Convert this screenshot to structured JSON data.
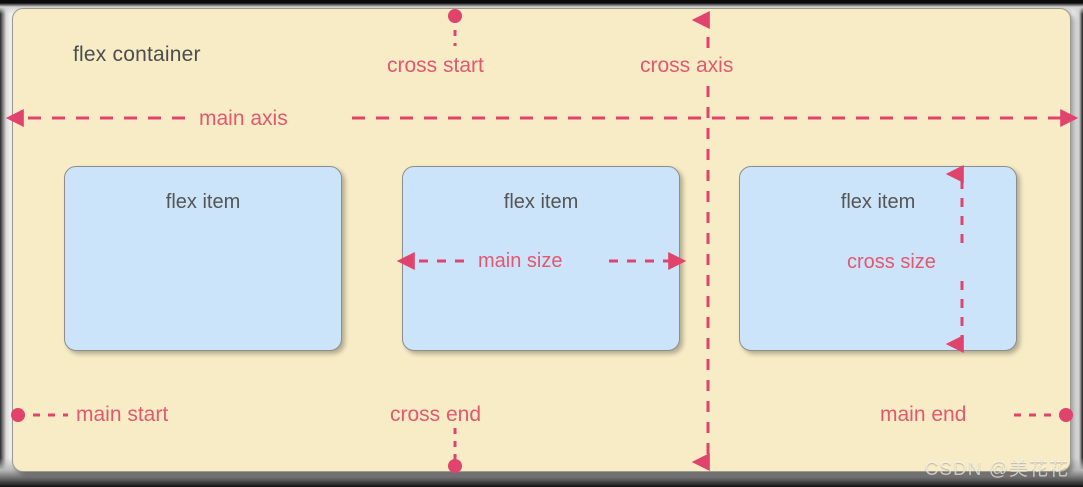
{
  "diagram": {
    "title": "flex container",
    "container_label": "flex container",
    "items": [
      {
        "label": "flex item"
      },
      {
        "label": "flex item"
      },
      {
        "label": "flex item"
      }
    ],
    "annotations": {
      "cross_start": "cross start",
      "cross_axis": "cross axis",
      "cross_end": "cross end",
      "main_axis": "main axis",
      "main_start": "main start",
      "main_end": "main end",
      "main_size": "main size",
      "cross_size": "cross size"
    },
    "colors": {
      "container_bg": "#f7ecc6",
      "container_border": "#9a9a8e",
      "item_bg": "#cce4fa",
      "item_border": "#8d8d8d",
      "annotation": "#e2586f",
      "label_text": "#555555",
      "page_bg": "#000000"
    }
  },
  "watermark": {
    "text": "CSDN @美花花"
  }
}
